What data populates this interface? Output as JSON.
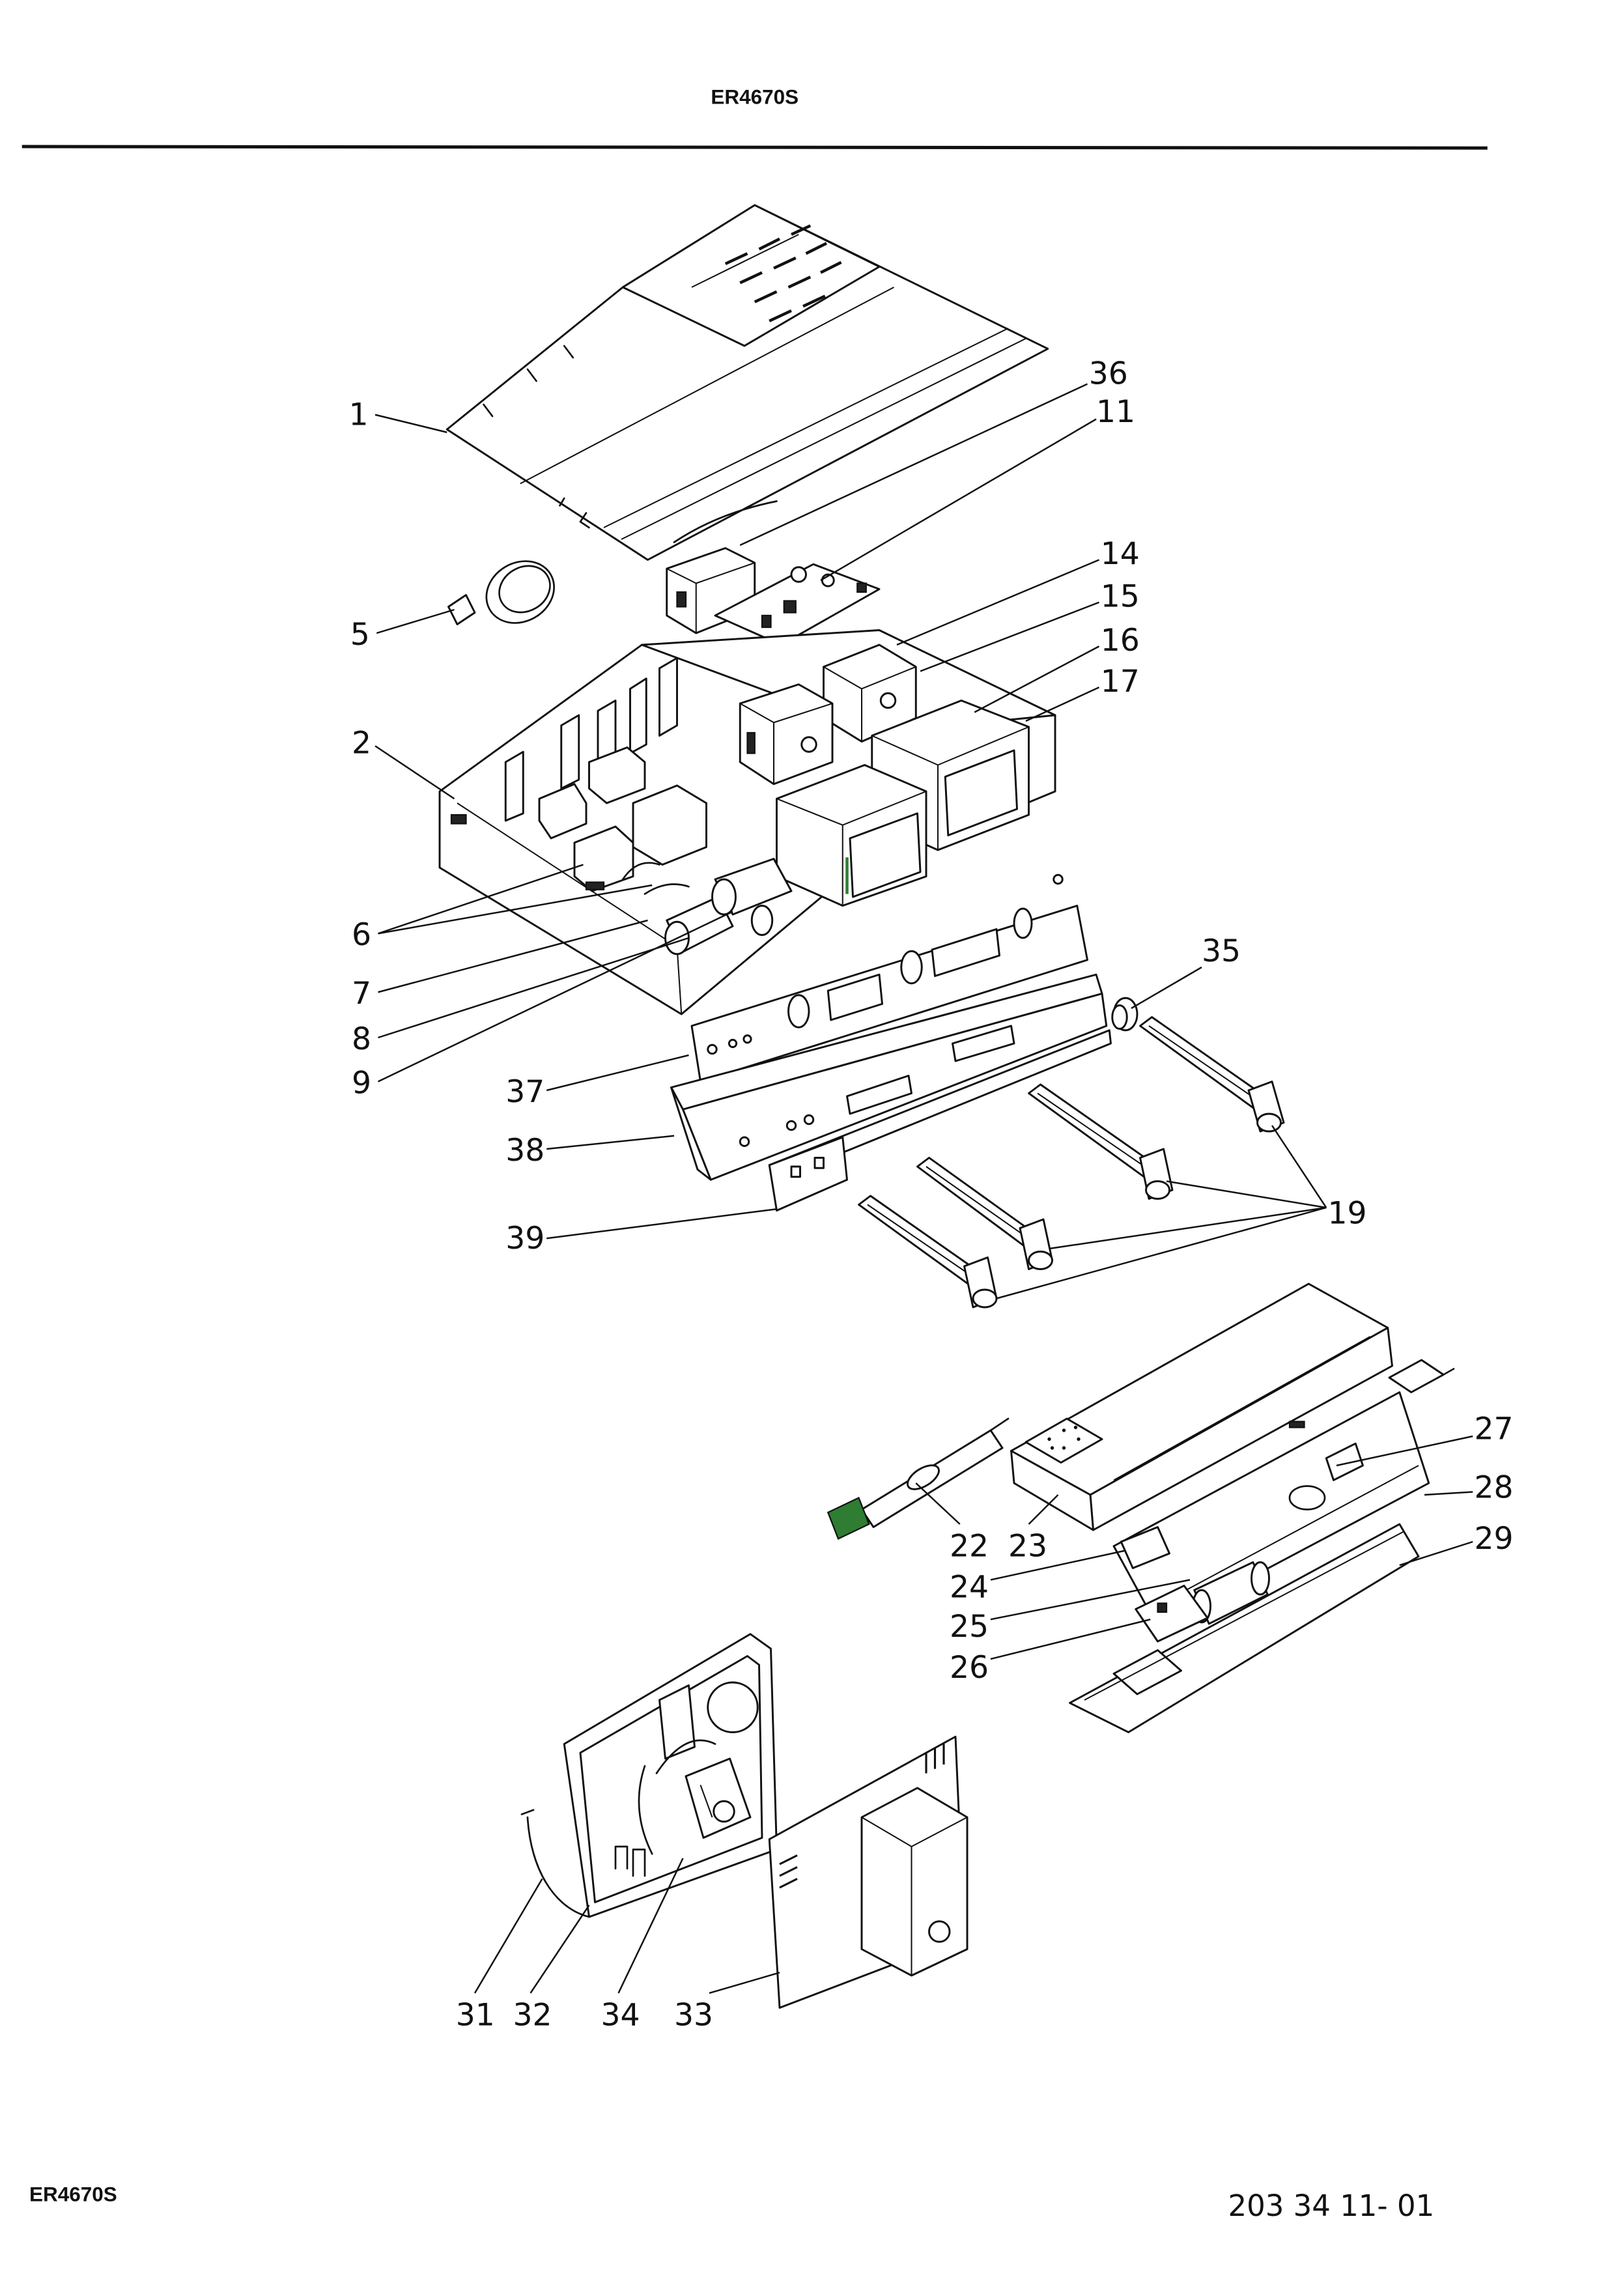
{
  "header": {
    "model": "ER4670S"
  },
  "callouts": {
    "c1": "1",
    "c36": "36",
    "c11": "11",
    "c5": "5",
    "c14": "14",
    "c15": "15",
    "c16": "16",
    "c17": "17",
    "c2": "2",
    "c6": "6",
    "c7": "7",
    "c8": "8",
    "c9": "9",
    "c35": "35",
    "c37": "37",
    "c38": "38",
    "c39": "39",
    "c19": "19",
    "c27": "27",
    "c28": "28",
    "c29": "29",
    "c22": "22",
    "c23": "23",
    "c24": "24",
    "c25": "25",
    "c26": "26",
    "c31": "31",
    "c32": "32",
    "c34": "34",
    "c33": "33"
  },
  "footer": {
    "model": "ER4670S",
    "drawing_number": "203 34 11- 01"
  },
  "colors": {
    "ink": "#111111",
    "paper": "#ffffff",
    "connector_accent": "#2e7d32"
  }
}
